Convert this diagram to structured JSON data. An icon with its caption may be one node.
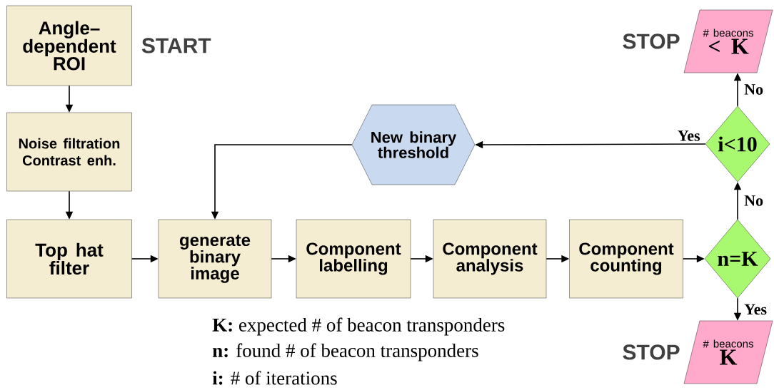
{
  "diagram": {
    "nodes": [
      {
        "text": [
          "Angle–dependent ROI"
        ],
        "beside": [
          "START"
        ]
      },
      {
        "text": [
          "Noise filtration",
          "Contrast enh."
        ]
      },
      {
        "text": [
          "Top hat filter"
        ]
      },
      {
        "text": [
          "generate binary image"
        ]
      },
      {
        "text": [
          "Component labelling"
        ]
      },
      {
        "text": [
          "Component analysis"
        ]
      },
      {
        "text": [
          "Component counting"
        ]
      },
      {
        "text": [
          "n=K"
        ]
      },
      {
        "text": [
          "i<10"
        ]
      },
      {
        "text": [
          "New binary threshold"
        ]
      },
      {
        "text": [
          "# beacons",
          "< K"
        ],
        "beside": [
          "STOP"
        ]
      },
      {
        "text": [
          "# beacons",
          "K"
        ],
        "beside": [
          "STOP"
        ]
      }
    ],
    "edges": [
      {
        "from": 0,
        "to": 1,
        "arrow": "to"
      },
      {
        "from": 1,
        "to": 2,
        "arrow": "to"
      },
      {
        "from": 2,
        "to": 3,
        "arrow": "to"
      },
      {
        "from": 3,
        "to": 4,
        "arrow": "to"
      },
      {
        "from": 4,
        "to": 5,
        "arrow": "to"
      },
      {
        "from": 5,
        "to": 6,
        "arrow": "to"
      },
      {
        "from": 6,
        "to": 7,
        "arrow": "to"
      },
      {
        "from": 7,
        "to": 8,
        "arrow": "to",
        "label": "No"
      },
      {
        "from": 8,
        "to": 10,
        "arrow": "to",
        "label": "No"
      },
      {
        "from": 8,
        "to": 9,
        "arrow": "to",
        "label": "Yes"
      },
      {
        "from": 9,
        "to": 3,
        "arrow": "to"
      },
      {
        "from": 7,
        "to": 11,
        "arrow": "to",
        "label": "Yes"
      }
    ],
    "labels": [
      "**K:** expected # of beacon transponders",
      "**n:** found # of beacon transponders",
      "**i:** # of iterations"
    ]
  }
}
